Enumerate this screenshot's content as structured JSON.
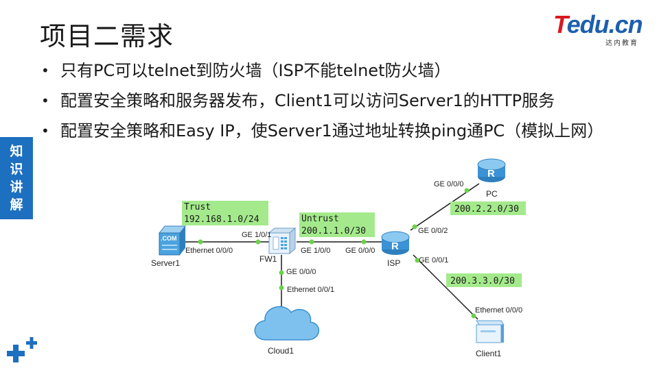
{
  "slide": {
    "title": "项目二需求",
    "logo": {
      "brand_t": "T",
      "brand_rest": "edu.cn",
      "sub": "达内教育"
    },
    "side_tab": [
      "知",
      "识",
      "讲",
      "解"
    ],
    "bullets": [
      "只有PC可以telnet到防火墙（ISP不能telnet防火墙）",
      "配置安全策略和服务器发布，Client1可以访问Server1的HTTP服务",
      "配置安全策略和Easy IP，使Server1通过地址转换ping通PC（模拟上网）"
    ]
  },
  "topology": {
    "devices": {
      "server1": "Server1",
      "fw1": "FW1",
      "isp": "ISP",
      "pc": "PC",
      "client1": "Client1",
      "cloud1": "Cloud1"
    },
    "ports": {
      "server1_eth": "Ethernet 0/0/0",
      "fw1_ge101": "GE 1/0/1",
      "fw1_ge100": "GE 1/0/0",
      "fw1_ge000": "GE 0/0/0",
      "cloud_eth": "Ethernet 0/0/1",
      "isp_ge000": "GE 0/0/0",
      "isp_ge002": "GE 0/0/2",
      "isp_ge001": "GE 0/0/1",
      "pc_ge000": "GE 0/0/0",
      "client_eth": "Ethernet 0/0/0"
    },
    "zones": {
      "trust_name": "Trust",
      "trust_net": "192.168.1.0/24",
      "untrust_name": "Untrust",
      "untrust_net": "200.1.1.0/30",
      "pc_net": "200.2.2.0/30",
      "client_net": "200.3.3.0/30"
    },
    "icon_text": {
      "server_com": ".COM"
    },
    "colors": {
      "label_bg": "#a4ea8c",
      "link_dot": "#6cd24a",
      "router": "#4aa3df",
      "accent": "#1d6fbf"
    }
  }
}
